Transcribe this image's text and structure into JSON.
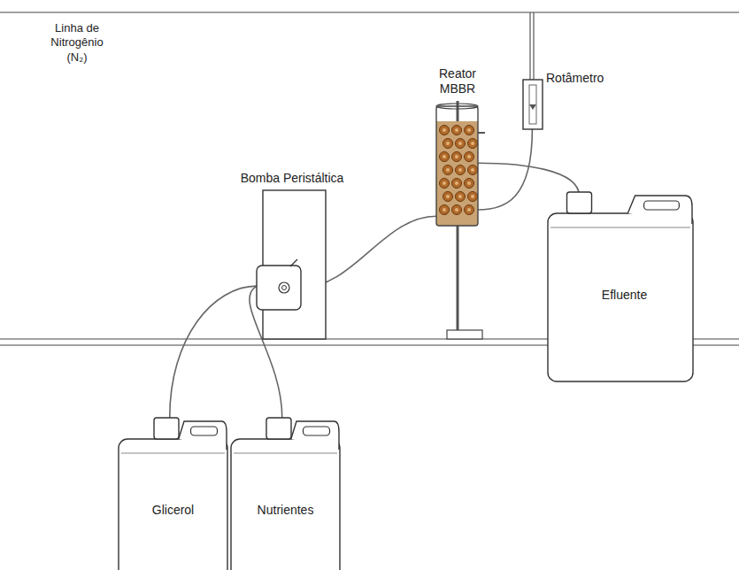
{
  "diagram": {
    "nodes": [
      {
        "text": [
          "Bomba Peristáltica"
        ]
      },
      {
        "text": [
          "Reator MBBR"
        ]
      },
      {
        "text": [
          "Rotâmetro"
        ]
      },
      {
        "text": [
          "Efluente"
        ]
      },
      {
        "text": [
          "Glicerol"
        ]
      },
      {
        "text": [
          "Nutrientes"
        ]
      }
    ],
    "edges": [
      {
        "from": 4,
        "to": 0,
        "arrow": "none"
      },
      {
        "from": 5,
        "to": 0,
        "arrow": "none"
      },
      {
        "from": 0,
        "to": 1,
        "arrow": "none"
      },
      {
        "from": 1,
        "to": 3,
        "arrow": "none"
      },
      {
        "from": 2,
        "to": 1,
        "arrow": "none"
      }
    ],
    "labels": [
      "Linha de Nitrogênio (N₂)"
    ]
  }
}
